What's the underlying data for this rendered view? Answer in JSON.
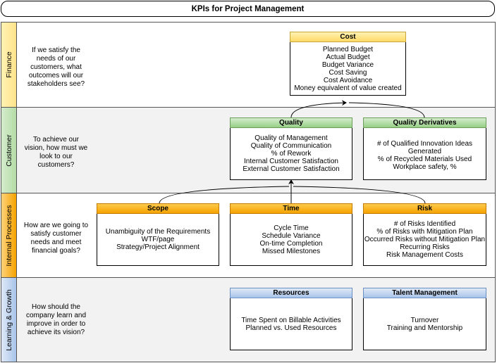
{
  "title": "KPIs for Project Management",
  "lanes": [
    {
      "label": "Finance",
      "question": "If we satisfy the needs of our customers, what outcomes will our stakeholders see?"
    },
    {
      "label": "Customer",
      "question": "To achieve our vision, how must we look to our customers?"
    },
    {
      "label": "Internal Processes",
      "question": "How are we going to satisfy customer needs and meet financial goals?"
    },
    {
      "label": "Learning & Growth",
      "question": "How should the company learn and improve in order to achieve its vision?"
    }
  ],
  "boxes": {
    "cost": {
      "title": "Cost",
      "items": [
        "Planned Budget",
        "Actual Budget",
        "Budget Variance",
        "Cost Saving",
        "Cost Avoidance",
        "Money equivalent of value created"
      ]
    },
    "quality": {
      "title": "Quality",
      "items": [
        "Quality of Management",
        "Quality of Communication",
        "% of Rework",
        "Internal Customer Satisfaction",
        "External Customer Satisfaction"
      ]
    },
    "quality_derivatives": {
      "title": "Quality Derivatives",
      "items": [
        "# of Qualified Innovation Ideas Generated",
        "% of Recycled Materials Used",
        "Workplace safety, %"
      ]
    },
    "scope": {
      "title": "Scope",
      "items": [
        "Unambiguity of the Requirements",
        "WTF/page",
        "Strategy/Project Alignment"
      ]
    },
    "time": {
      "title": "Time",
      "items": [
        "Cycle Time",
        "Schedule Variance",
        "On-time Completion",
        "Missed Milestones"
      ]
    },
    "risk": {
      "title": "Risk",
      "items": [
        "# of Risks Identified",
        "% of Risks with Mitigation Plan",
        "Occurred Risks without Mitigation Plan",
        "Recurring Risks",
        "Risk Management Costs"
      ]
    },
    "resources": {
      "title": "Resources",
      "items": [
        "Time Spent on Billable Activities",
        "Planned vs. Used Resources"
      ]
    },
    "talent": {
      "title": "Talent Management",
      "items": [
        "Turnover",
        "Training and Mentorship"
      ]
    }
  }
}
